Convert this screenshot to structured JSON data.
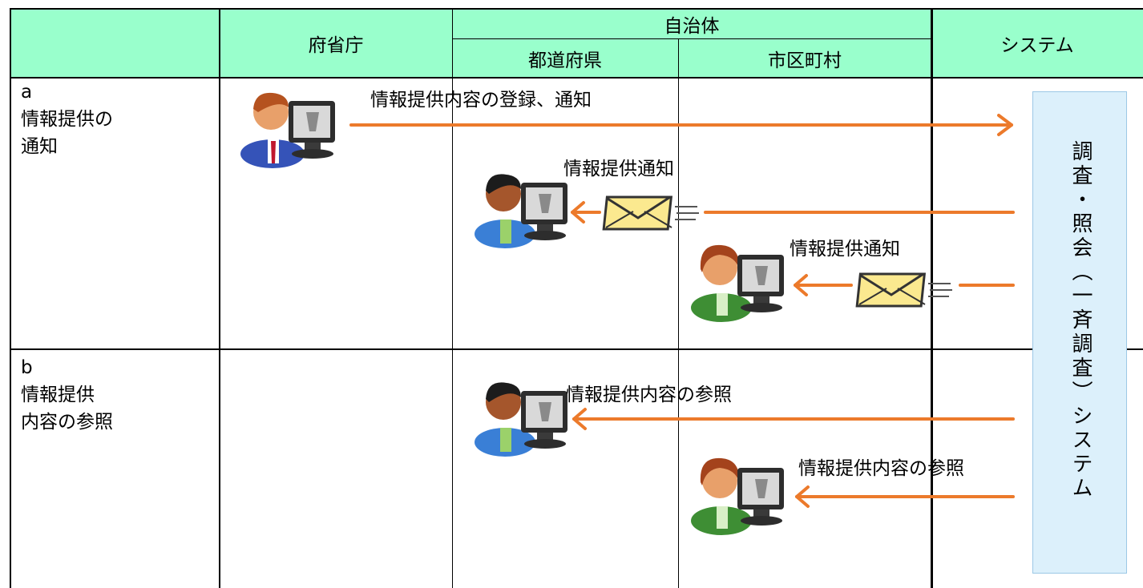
{
  "header": {
    "col_ministry": "府省庁",
    "col_local_gov": "自治体",
    "col_prefecture": "都道府県",
    "col_municipality": "市区町村",
    "col_system": "システム"
  },
  "rows": [
    {
      "letter": "a",
      "label_line1": "情報提供の",
      "label_line2": "通知"
    },
    {
      "letter": "b",
      "label_line1": "情報提供",
      "label_line2": "内容の参照"
    }
  ],
  "system_box": {
    "label": "調査・照会（一斉調査）システム"
  },
  "annotations": {
    "register_notify": "情報提供内容の登録、通知",
    "notify_prefecture": "情報提供通知",
    "notify_municipality": "情報提供通知",
    "view_prefecture": "情報提供内容の参照",
    "view_municipality": "情報提供内容の参照"
  },
  "colors": {
    "header_bg": "#99ffcc",
    "arrow": "#ec7a2b",
    "system_box_bg": "#dcf0fb",
    "envelope": "#fbe98f"
  }
}
